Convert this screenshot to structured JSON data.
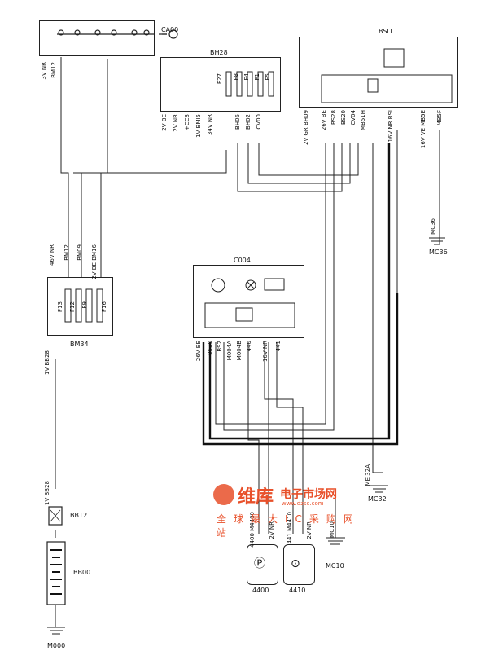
{
  "components": {
    "ca00": "CA00",
    "bh28": "BH28",
    "bsi1": "BSI1",
    "c004": "C004",
    "bm34": "BM34",
    "bb12": "BB12",
    "bb00": "BB00",
    "m000": "M000",
    "mc36": "MC36",
    "mc32": "MC32",
    "mc10": "MC10",
    "c4400": "4400",
    "c4410": "4410"
  },
  "wires": {
    "ca00_left": "3V NR",
    "bm12_top": "BM12",
    "bh28_1": "2V BE",
    "bh28_2": "2V NR",
    "bh28_3": "+CC3",
    "bh28_4": "1V BMI5",
    "bh28_5": "34V NR",
    "bh28_6": "BH06",
    "bh28_7": "BH02",
    "bh28_8": "CV00",
    "bsi_1": "2V GR BH09",
    "bsi_2": "26V BE",
    "bsi_3": "BS28",
    "bsi_4": "BS20",
    "bsi_5": "CV04",
    "bsi_6": "MB51H",
    "bsi_7": "16V NR BSI",
    "bsi_8": "16V VE MB5E",
    "bsi_9": "MB5F",
    "bm34_1": "46V NR",
    "bm34_2": "BM12",
    "bm34_3": "BM09",
    "bm34_4": "2V BE BM16",
    "bb28": "1V BB28",
    "bb28_2": "1V BB28",
    "c004_1": "26V BE",
    "c004_2": "8530",
    "c004_3": "BS2",
    "c004_4": "M004A",
    "c004_5": "M004B",
    "c004_6": "440",
    "c004_7": "16V NR",
    "c004_8": "441",
    "s4400_1": "4400 M4400",
    "s4400_2": "2V NR",
    "s4410_1": "441 M4410",
    "s4410_2": "2V NR",
    "mc32": "ME 32A",
    "mc36": "MC36",
    "mc10": "MC10"
  },
  "fuses": {
    "f27": "F27",
    "f8": "F8",
    "f4": "F4",
    "f1": "F1",
    "f5": "F5",
    "f13": "F13",
    "f12": "F12",
    "f9": "F9",
    "f16": "F16"
  },
  "watermark": {
    "brand": "维库",
    "brand2": "电子市场网",
    "url": "www.dzsc.com",
    "sub": "全球最大IC采购网站"
  }
}
